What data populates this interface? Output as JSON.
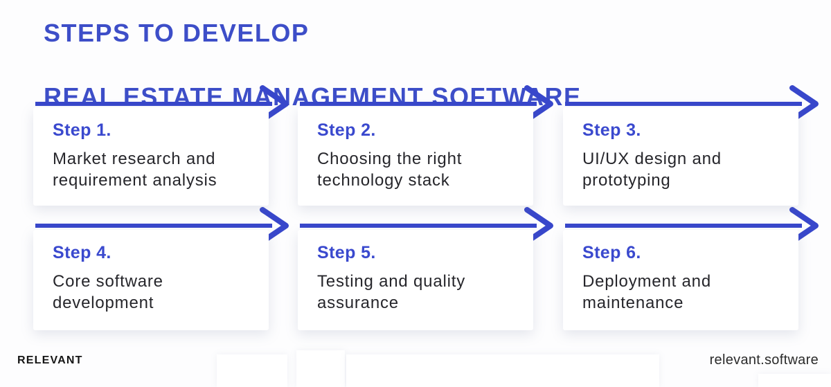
{
  "title": {
    "line1": "STEPS TO DEVELOP",
    "line2": "REAL ESTATE MANAGEMENT SOFTWARE"
  },
  "steps": [
    {
      "label": "Step 1.",
      "description": "Market research and\nrequirement analysis"
    },
    {
      "label": "Step 2.",
      "description": "Choosing the right\ntechnology stack"
    },
    {
      "label": "Step 3.",
      "description": "UI/UX design and\nprototyping"
    },
    {
      "label": "Step 4.",
      "description": "Core software\ndevelopment"
    },
    {
      "label": "Step 5.",
      "description": "Testing and quality\nassurance"
    },
    {
      "label": "Step 6.",
      "description": "Deployment and\nmaintenance"
    }
  ],
  "footer": {
    "brand": "RELEVANT",
    "website": "relevant.software"
  },
  "icons": {
    "arrow": "right-arrow-icon"
  },
  "colors": {
    "accent_blue": "#3847cb",
    "title_blue": "#3d4ec8",
    "step_label_blue": "#3a49ce",
    "body_text": "#26262b",
    "card_background": "#ffffff"
  }
}
